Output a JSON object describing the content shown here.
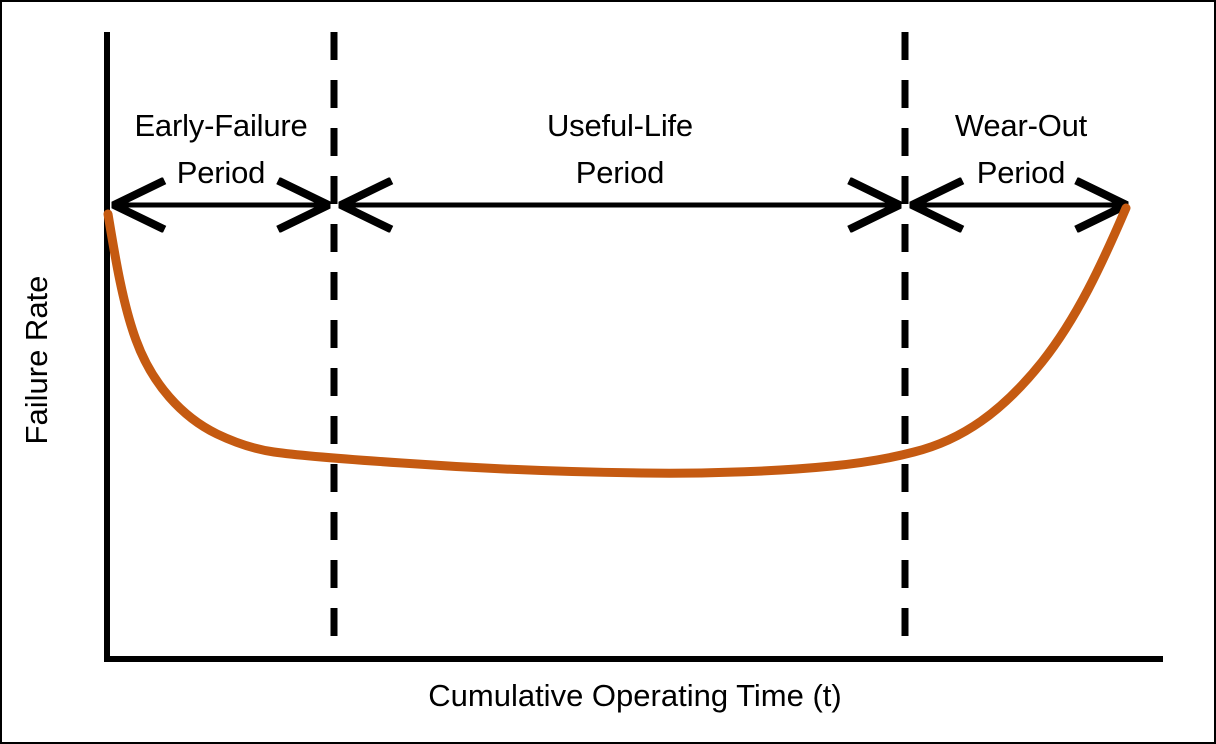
{
  "figure": {
    "title": "Bathtub Curve - Failure Rate vs Cumulative Operating Time",
    "background_color": "#FFFFFF",
    "border_color": "#000000",
    "axis_color": "#000000",
    "curve_color": "#C55A11",
    "dashed_line_color": "#000000"
  },
  "axes": {
    "y_label": "Failure Rate",
    "x_label": "Cumulative Operating Time (t)"
  },
  "phases": [
    {
      "label": "Early-Failure\nPeriod",
      "name": "early-failure-period"
    },
    {
      "label": "Useful-Life\nPeriod",
      "name": "useful-life-period"
    },
    {
      "label": "Wear-Out\nPeriod",
      "name": "wear-out-period"
    }
  ],
  "chart_data": {
    "type": "line",
    "title": "",
    "xlabel": "Cumulative Operating Time (t)",
    "ylabel": "Failure Rate",
    "xlim": [
      0,
      100
    ],
    "ylim": [
      0,
      100
    ],
    "grid": false,
    "legend": "none",
    "axis_ticks": {
      "x": [],
      "y": []
    },
    "annotations": [
      {
        "text": "Early-Failure Period",
        "x_range": [
          0,
          21.5
        ],
        "arrow": "double-headed"
      },
      {
        "text": "Useful-Life Period",
        "x_range": [
          21.5,
          75.6
        ],
        "arrow": "double-headed"
      },
      {
        "text": "Wear-Out Period",
        "x_range": [
          75.6,
          100
        ],
        "arrow": "double-headed"
      }
    ],
    "dividers_x": [
      21.5,
      75.6
    ],
    "series": [
      {
        "name": "Failure Rate",
        "color": "#C55A11",
        "x": [
          0,
          1,
          2,
          4,
          7,
          10,
          14,
          18,
          21.5,
          26,
          32,
          40,
          48,
          56,
          62,
          68,
          72,
          76,
          80,
          84,
          88,
          91,
          94,
          96,
          98,
          100
        ],
        "y": [
          71,
          63,
          56,
          46,
          38,
          33,
          29,
          27,
          26.5,
          26,
          25.5,
          25,
          24.5,
          24,
          24,
          24.2,
          24.6,
          25.5,
          27,
          30,
          36,
          43,
          52,
          59,
          66,
          72
        ]
      }
    ]
  }
}
